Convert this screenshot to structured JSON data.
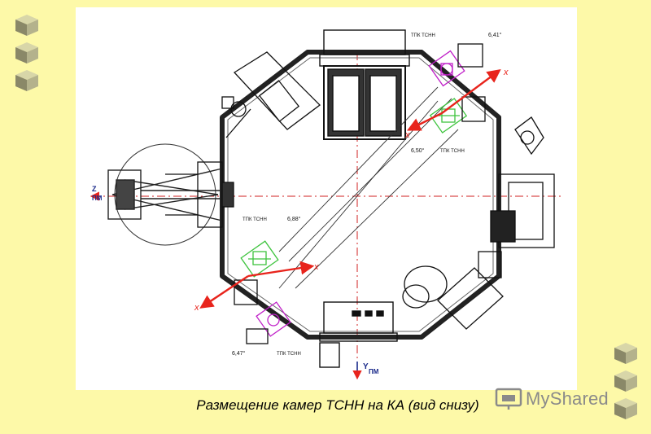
{
  "caption": "Размещение камер ТСНН на КА (вид снизу)",
  "watermark": {
    "text": "MyShared"
  },
  "diagram": {
    "labels": {
      "axis_x1": "x",
      "axis_x2": "x",
      "axis_x3": "x",
      "axis_x4": "x",
      "z": "Z",
      "z_sub": "ПМ",
      "y": "Y",
      "y_sub": "ПМ",
      "angle1": "6,41°",
      "angle2": "6,50°",
      "angle3": "6,88°",
      "angle4": "6,47°",
      "tag1": "ТПК ТСНН",
      "tag2": "ТПК ТСНН",
      "tag3": "ТПК ТСНН",
      "tag4": "ТПК ТСНН"
    }
  },
  "colors": {
    "background": "#fdf9a8",
    "accent_red": "#e8241c",
    "camera_green": "#3ec43e",
    "camera_magenta": "#c020c8"
  }
}
